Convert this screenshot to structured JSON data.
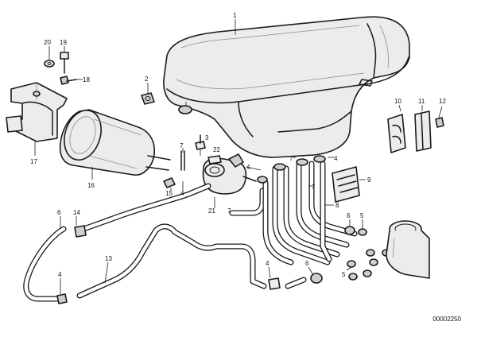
{
  "callouts": {
    "c1": "1",
    "c2": "2",
    "c3": "3",
    "c4a": "4",
    "c4b": "4",
    "c4c": "4",
    "c4d": "4",
    "c4e": "4",
    "c5a": "5",
    "c5b": "5",
    "c6a": "6",
    "c6b": "6",
    "c7a": "7",
    "c7b": "7",
    "c7c": "7",
    "c7d": "7",
    "c8": "8",
    "c9": "9",
    "c10": "10",
    "c11": "11",
    "c12": "12",
    "c13": "13",
    "c14": "14",
    "c15": "15",
    "c16": "16",
    "c17": "17",
    "c18": "18",
    "c19": "19",
    "c20": "20",
    "c21": "21",
    "c22": "22"
  },
  "catalog_number": "00002250"
}
